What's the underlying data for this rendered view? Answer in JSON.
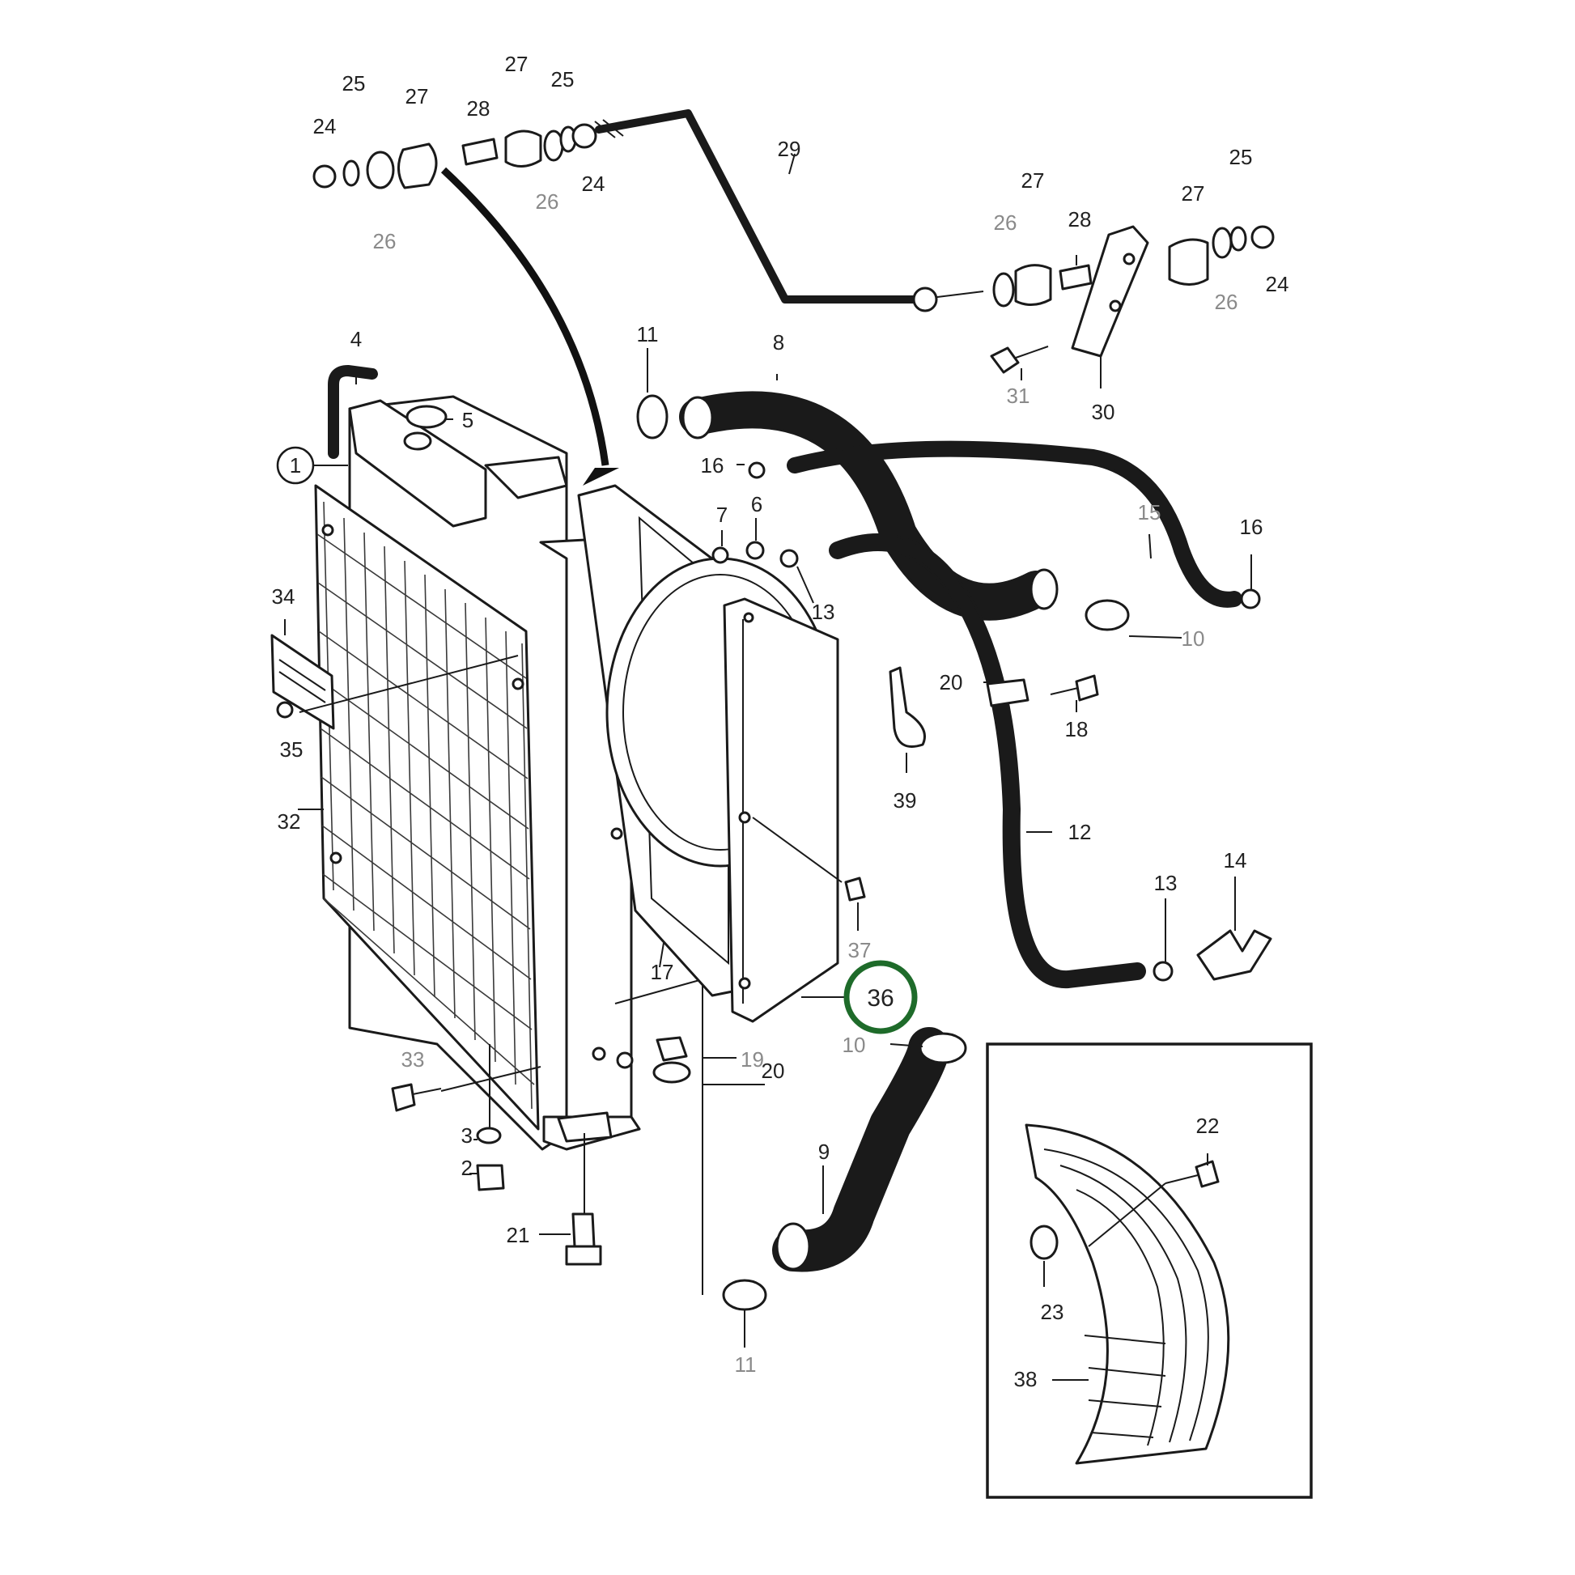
{
  "highlight": {
    "label": "36",
    "ring_color": "#1e6b2a"
  },
  "callouts": {
    "c1": "1",
    "c2": "2",
    "c3": "3",
    "c4": "4",
    "c5": "5",
    "c6": "6",
    "c7": "7",
    "c8": "8",
    "c9": "9",
    "c10a": "10",
    "c10b": "10",
    "c11a": "11",
    "c11b": "11",
    "c12": "12",
    "c13a": "13",
    "c13b": "13",
    "c14": "14",
    "c15": "15",
    "c16a": "16",
    "c16b": "16",
    "c17": "17",
    "c18": "18",
    "c19": "19",
    "c20a": "20",
    "c20b": "20",
    "c21": "21",
    "c22": "22",
    "c23": "23",
    "c24a": "24",
    "c24b": "24",
    "c24c": "24",
    "c25a": "25",
    "c25b": "25",
    "c25c": "25",
    "c26a": "26",
    "c26b": "26",
    "c26c": "26",
    "c26d": "26",
    "c27a": "27",
    "c27b": "27",
    "c27c": "27",
    "c27d": "27",
    "c28a": "28",
    "c28b": "28",
    "c29": "29",
    "c30": "30",
    "c31": "31",
    "c32": "32",
    "c33": "33",
    "c34": "34",
    "c35": "35",
    "c37": "37",
    "c38": "38",
    "c39": "39"
  },
  "colors": {
    "line": "#1a1a1a",
    "grey_label": "#8a8a8a"
  }
}
